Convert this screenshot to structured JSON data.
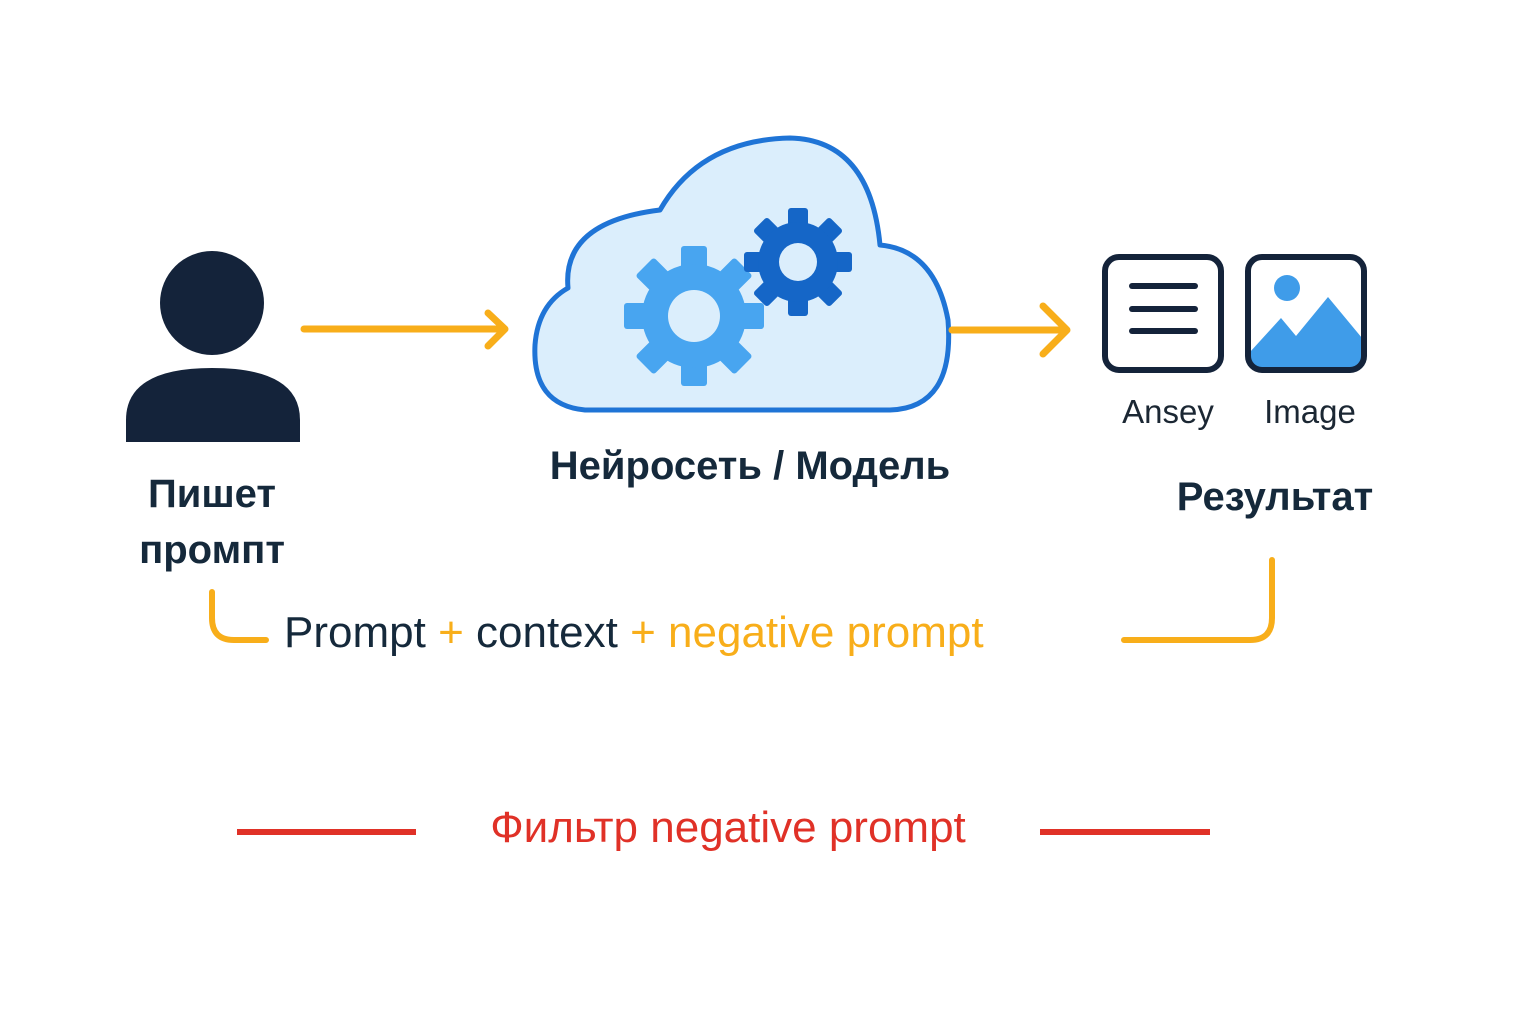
{
  "colors": {
    "dark": "#15293b",
    "arrow": "#f8ae1a",
    "cloud_fill": "#dbeefc",
    "cloud_stroke": "#1f74d6",
    "gear_light": "#48a5f0",
    "gear_dark": "#1566c7",
    "image_blue": "#3f9ce9",
    "red": "#e03127"
  },
  "user": {
    "icon": "user-icon",
    "label_line1": "Пишет",
    "label_line2": "промпт"
  },
  "model": {
    "icon": "cloud-gears-icon",
    "label": "Нейросеть / Модель"
  },
  "result": {
    "answer_icon": "text-document-icon",
    "answer_label": "Ansey",
    "image_icon": "image-icon",
    "image_label": "Image",
    "label": "Результат"
  },
  "formula": {
    "part1": "Prompt",
    "plus1": "+",
    "part2": "context",
    "plus2": "+",
    "part3": "negative prompt"
  },
  "filter": {
    "label": "Фильтр negative prompt"
  }
}
